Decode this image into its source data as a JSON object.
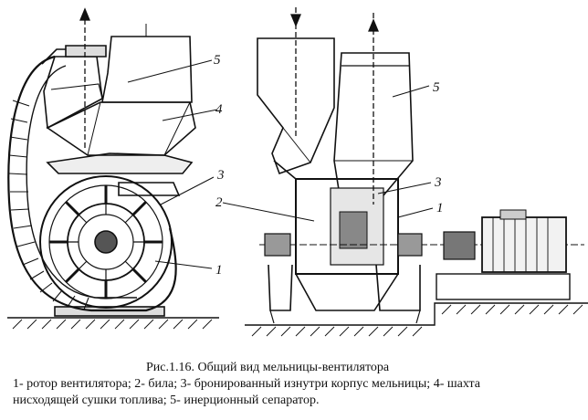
{
  "figure": {
    "callouts": {
      "left_5": "5",
      "left_4": "4",
      "left_3": "3",
      "left_1": "1",
      "right_2": "2",
      "right_5": "5",
      "right_3": "3",
      "right_1": "1"
    }
  },
  "caption": {
    "title": "Рис.1.16. Общий вид мельницы-вентилятора",
    "line1": "1- ротор вентилятора; 2- била; 3- бронированный изнутри корпус мельницы; 4- шахта",
    "line2": "нисходящей сушки топлива; 5- инерционный сепаратор."
  }
}
